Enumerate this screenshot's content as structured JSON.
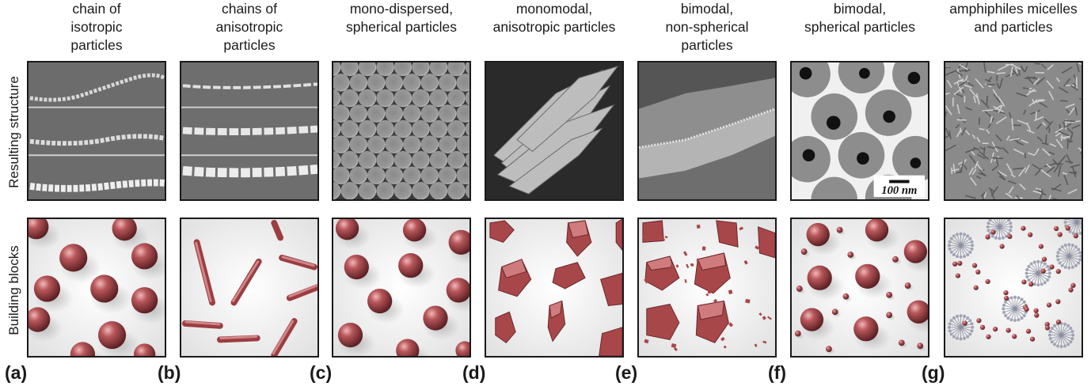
{
  "columns": [
    {
      "title": "chain of\nisotropic\nparticles",
      "label": "(a)"
    },
    {
      "title": "chains of\nanisotropic\nparticles",
      "label": "(b)"
    },
    {
      "title": "mono-dispersed,\nspherical particles",
      "label": "(c)"
    },
    {
      "title": "monomodal,\nanisotropic particles",
      "label": "(d)"
    },
    {
      "title": "bimodal,\nnon-spherical\nparticles",
      "label": "(e)"
    },
    {
      "title": "bimodal,\nspherical particles",
      "label": "(f)"
    },
    {
      "title": "amphiphiles micelles\nand particles",
      "label": "(g)"
    }
  ],
  "rows": {
    "top_label": "Resulting structure",
    "bottom_label": "Building blocks"
  },
  "scale_bar": "100 nm",
  "colors": {
    "particle": "#a8474a",
    "particle_highlight": "#e9a3a3",
    "particle_shadow": "#5a1f22",
    "sem_background": "#6a6a6a",
    "micelle": "#8a8ea0"
  }
}
